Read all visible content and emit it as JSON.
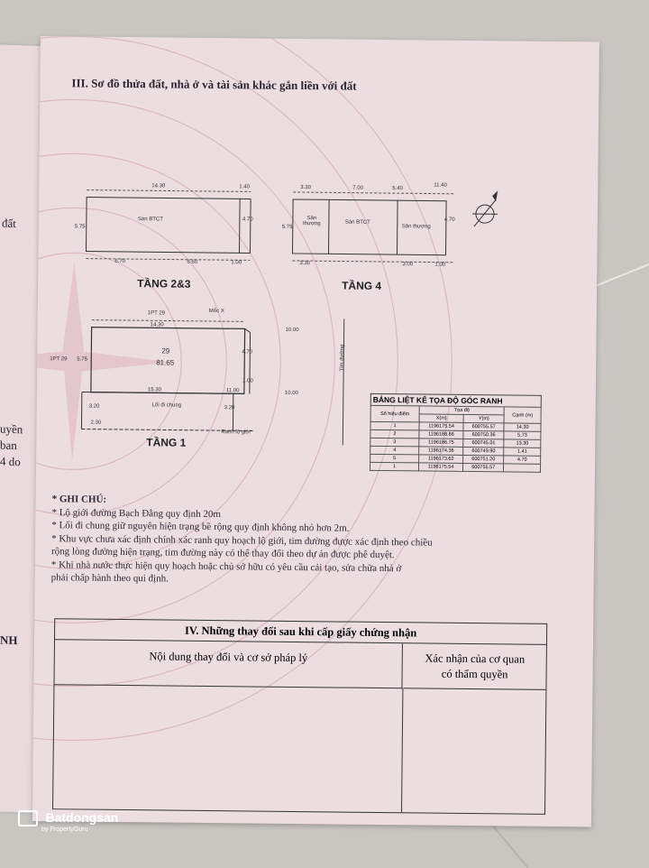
{
  "section3": {
    "title": "III. Sơ đồ thửa đất, nhà ở và tài sản khác gắn liền với đất"
  },
  "left_margin_fragments": [
    "đất",
    "uyền",
    "ban",
    "4 do",
    "NH"
  ],
  "floor23": {
    "label": "TẦNG 2&3",
    "room": "Sàn BTCT",
    "top": "14.30",
    "right_top": "1.40",
    "right_side": "4.70",
    "left_side": "5.75",
    "bottom_left": "6.70",
    "bottom_mid": "6.60",
    "bottom_right": "1.00"
  },
  "floor4": {
    "label": "TẦNG 4",
    "room_left": "Sân thượng",
    "room_mid": "Sàn BTCT",
    "room_right": "Sân thượng",
    "top_a": "3.30",
    "top_b": "7.00",
    "top_c": "5.40",
    "top_d": "11.40",
    "left_side": "5.75",
    "right_side": "4.70",
    "bottom_a": "3.30",
    "bottom_b": "3.00",
    "bottom_c": "1.00"
  },
  "floor1": {
    "label": "TẦNG 1",
    "parcel_ref_top": "1PT 29",
    "parcel_ref_left": "1PT 29",
    "marker": "Mốc X",
    "top": "14.30",
    "parcel_no": "29",
    "area": "81.65",
    "right_side": "4.70",
    "left_side": "5.75",
    "bottom": "15.30",
    "right_bottom": "11.00",
    "offset_right": "1.00",
    "passage": "Lối đi chung",
    "left_bottom": "2.30",
    "left_small": "3.20",
    "right_small": "3.20",
    "boundary": "Ranh lộ giới",
    "road_dim_top": "10.00",
    "road_dim_bottom": "10.00",
    "road_axis": "Tim đường"
  },
  "coord_table": {
    "title": "BẢNG LIỆT KÊ TỌA ĐỘ GÓC RANH",
    "headers": {
      "point": "Số hiệu điểm",
      "coord": "Tọa độ",
      "x": "X(m)",
      "y": "Y(m)",
      "edge": "Cạnh (m)"
    },
    "rows": [
      {
        "pt": "1",
        "x": "1196175.54",
        "y": "600755.57",
        "edge": "14.30"
      },
      {
        "pt": "2",
        "x": "1196188.86",
        "y": "600750.36",
        "edge": "5.73"
      },
      {
        "pt": "3",
        "x": "1196186.75",
        "y": "600745.01",
        "edge": "13.30"
      },
      {
        "pt": "4",
        "x": "1196174.36",
        "y": "600749.90",
        "edge": "1.41"
      },
      {
        "pt": "5",
        "x": "1196173.62",
        "y": "600751.20",
        "edge": "4.70"
      },
      {
        "pt": "1",
        "x": "1196175.54",
        "y": "600755.57",
        "edge": ""
      }
    ]
  },
  "notes": {
    "heading": "* GHI CHÚ:",
    "lines": [
      "* Lộ giới đường Bạch Đằng quy định 20m",
      "* Lối đi chung giữ nguyên hiện trạng bề rộng quy định không nhỏ hơn 2m.",
      "* Khu vực chưa xác định chính xác ranh quy hoạch lộ giới, tim đường được xác định theo chiều",
      "rộng lòng đường hiện trạng, tim đường này có thể thay đổi theo dự án được phê duyệt.",
      "* Khi nhà nước thực hiện quy hoạch hoặc chủ sở hữu có yêu cầu cải tạo, sửa chữa nhà ở",
      "phải chấp hành theo qui định."
    ]
  },
  "section4": {
    "title": "IV. Những thay đổi sau khi cấp giấy chứng nhận",
    "col1": "Nội dung thay đổi và cơ sở pháp lý",
    "col2_line1": "Xác nhận của cơ quan",
    "col2_line2": "có thẩm quyền"
  },
  "watermark": {
    "brand": "Batdongsan",
    "sub": "by PropertyGuru"
  }
}
